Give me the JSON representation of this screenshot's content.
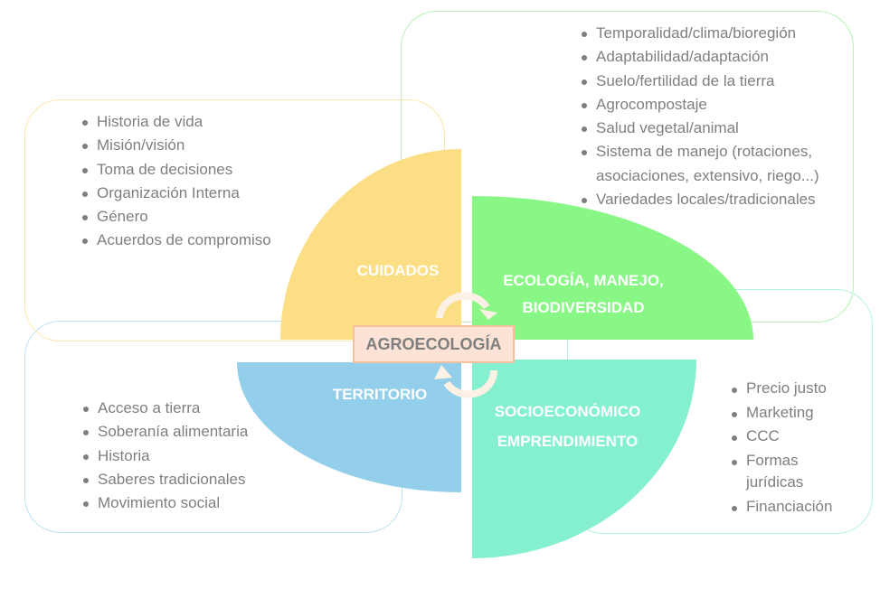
{
  "center_label": "AGROECOLOGÍA",
  "colors": {
    "cuidados": "#fcde85",
    "ecologia": "#88f785",
    "territorio": "#93cfeb",
    "socioeconomico": "#85f0cf",
    "center_fill": "#fde3d5"
  },
  "quadrants": {
    "cuidados": {
      "label": "CUIDADOS",
      "items": [
        "Historia de vida",
        "Misión/visión",
        "Toma de decisiones",
        "Organización Interna",
        "Género",
        "Acuerdos de compromiso"
      ]
    },
    "ecologia": {
      "label_line1": "ECOLOGÍA, MANEJO,",
      "label_line2": "BIODIVERSIDAD",
      "items": [
        "Temporalidad/clima/bioregión",
        "Adaptabilidad/adaptación",
        "Suelo/fertilidad de la tierra",
        "Agrocompostaje",
        "Salud vegetal/animal",
        "Sistema de manejo (rotaciones, asociaciones, extensivo, riego...)",
        "Variedades locales/tradicionales"
      ]
    },
    "territorio": {
      "label": "TERRITORIO",
      "items": [
        "Acceso a tierra",
        "Soberanía alimentaria",
        "Historia",
        "Saberes tradicionales",
        "Movimiento social"
      ]
    },
    "socioeconomico": {
      "label_line1": "SOCIOECONÓMICO",
      "label_line2": "EMPRENDIMIENTO",
      "items": [
        "Precio justo",
        "Marketing",
        "CCC",
        "Formas jurídicas",
        "Financiación"
      ]
    }
  }
}
